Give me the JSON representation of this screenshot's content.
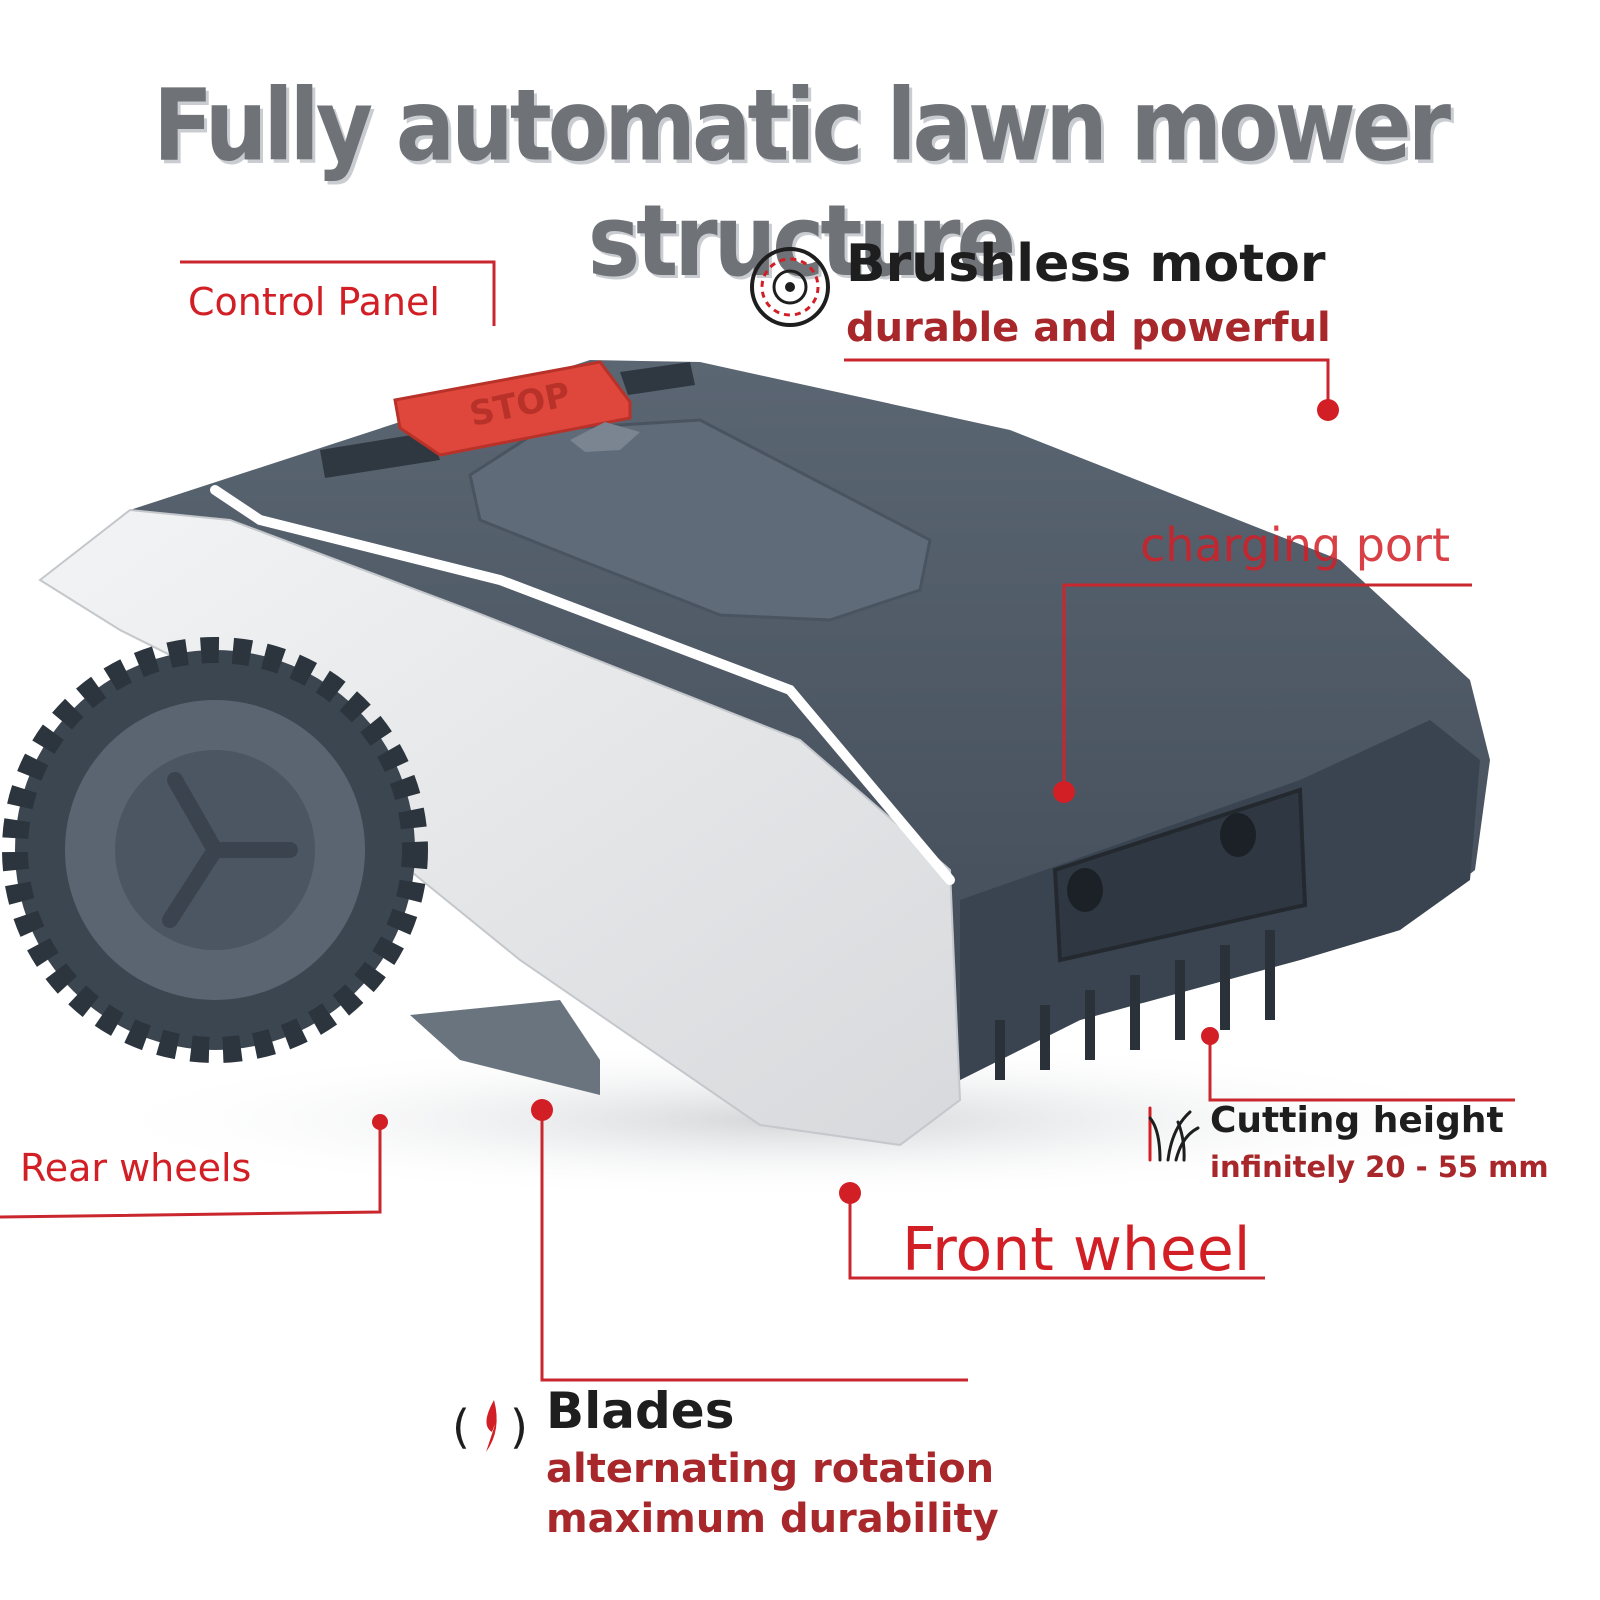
{
  "title": "Fully automatic lawn mower structure",
  "stop_button_text": "STOP",
  "callouts": {
    "control_panel": {
      "label": "Control Panel"
    },
    "brushless_motor": {
      "heading": "Brushless motor",
      "sub": "durable and powerful",
      "icon": "motor-icon"
    },
    "charging_port": {
      "label": "charging port"
    },
    "cutting_height": {
      "heading": "Cutting height",
      "sub": "infinitely 20 - 55 mm",
      "icon": "grass-icon"
    },
    "rear_wheels": {
      "label": "Rear wheels"
    },
    "front_wheel": {
      "label": "Front wheel"
    },
    "blades": {
      "heading": "Blades",
      "sub1": "alternating rotation",
      "sub2": "maximum durability",
      "icon": "blade-icon"
    }
  },
  "colors": {
    "accent_red": "#d21f26",
    "callout_sub_red": "#a8272b",
    "body_dark": "#4b5562",
    "shell_light": "#e9eaec",
    "title_gray": "#6f7378"
  }
}
